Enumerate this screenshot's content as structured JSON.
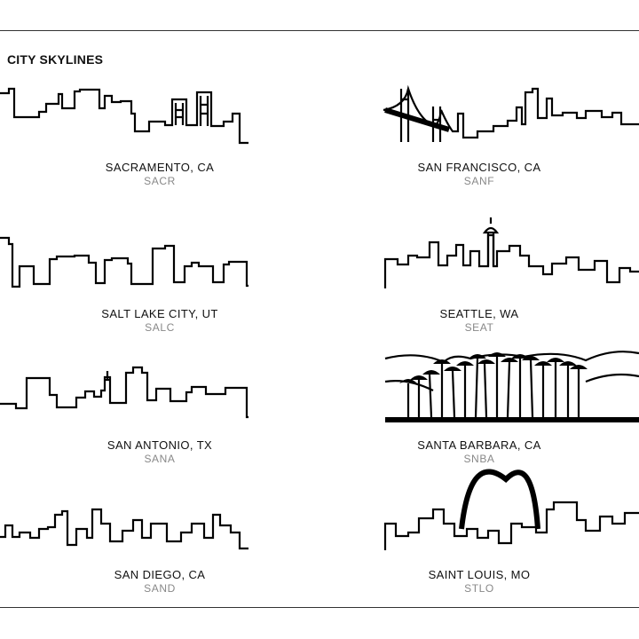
{
  "page": {
    "title": "CITY SKYLINES"
  },
  "colors": {
    "line": "#000000",
    "code_text": "#888888",
    "label_text": "#111111",
    "background": "#ffffff"
  },
  "cities": [
    {
      "name": "SACRAMENTO, CA",
      "code": "SACR"
    },
    {
      "name": "SAN FRANCISCO, CA",
      "code": "SANF"
    },
    {
      "name": "SALT LAKE CITY, UT",
      "code": "SALC"
    },
    {
      "name": "SEATTLE, WA",
      "code": "SEAT"
    },
    {
      "name": "SAN ANTONIO, TX",
      "code": "SANA"
    },
    {
      "name": "SANTA BARBARA, CA",
      "code": "SNBA"
    },
    {
      "name": "SAN DIEGO, CA",
      "code": "SAND"
    },
    {
      "name": "SAINT LOUIS, MO",
      "code": "STLO"
    }
  ]
}
